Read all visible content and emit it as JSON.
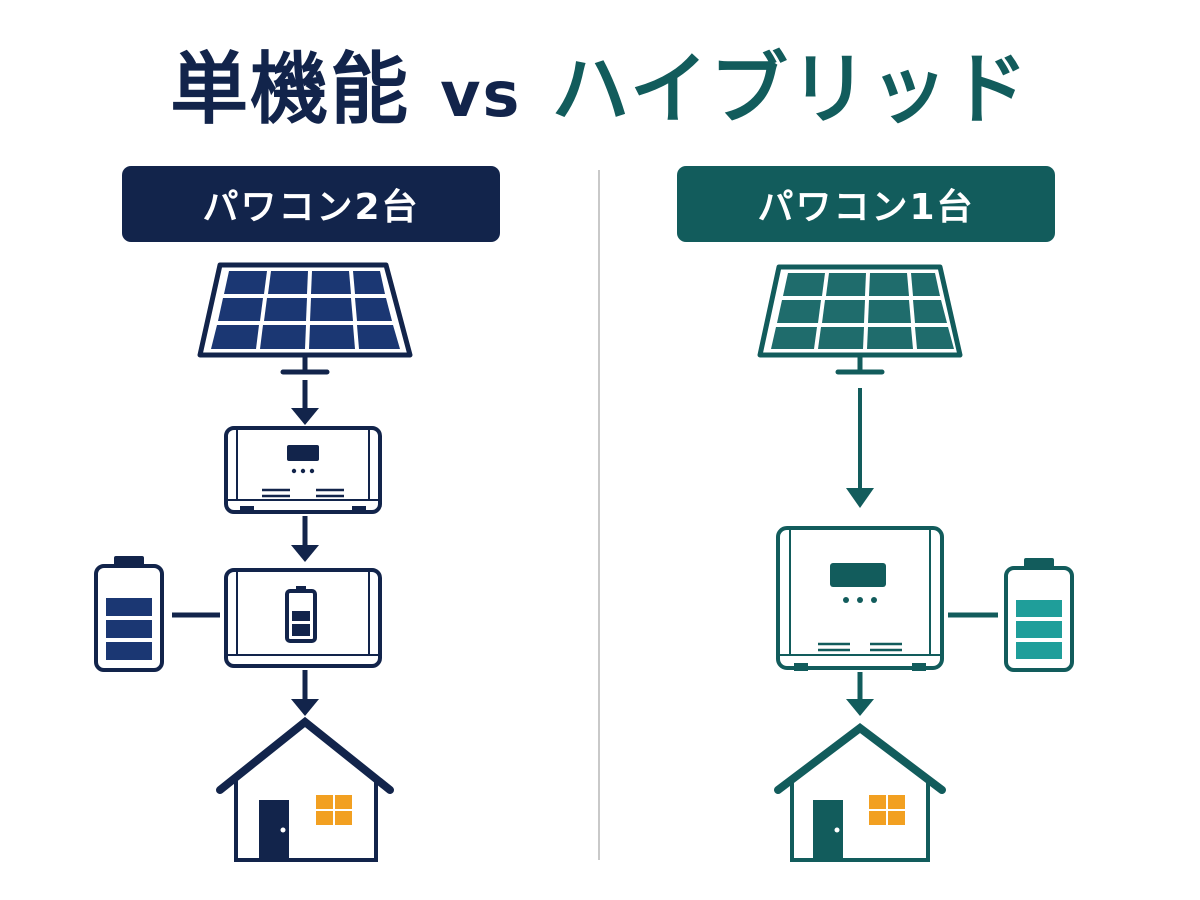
{
  "title": {
    "left": "単機能",
    "vs": "vs",
    "right": "ハイブリッド"
  },
  "columns": [
    {
      "label": "パワコン2台",
      "color": "#12244b",
      "components": [
        "solar-panel",
        "power-conditioner",
        "battery-power-conditioner",
        "battery",
        "house"
      ]
    },
    {
      "label": "パワコン1台",
      "color": "#125c5c",
      "components": [
        "solar-panel",
        "hybrid-power-conditioner",
        "battery",
        "house"
      ]
    }
  ],
  "colors": {
    "navy": "#12244b",
    "navy_panel": "#1b3773",
    "teal": "#125c5c",
    "teal_panel": "#1f6c6c",
    "teal_battery": "#1f9e9a",
    "window": "#f2a021",
    "divider": "#c9c9c9"
  }
}
